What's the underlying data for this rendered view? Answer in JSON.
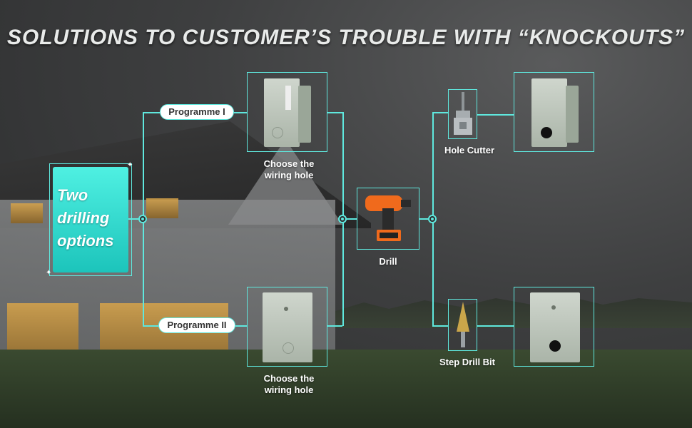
{
  "title": "SOLUTIONS TO CUSTOMER’S TROUBLE WITH “KNOCKOUTS”",
  "center_label": "Two drilling options",
  "center_lines": [
    "Two",
    "drilling",
    "options"
  ],
  "programme_1": {
    "label": "Programme I",
    "caption_line1": "Choose the",
    "caption_line2": "wiring hole"
  },
  "programme_2": {
    "label": "Programme II",
    "caption_line1": "Choose the",
    "caption_line2": "wiring hole"
  },
  "drill": {
    "label": "Drill"
  },
  "hole_cutter": {
    "label": "Hole Cutter"
  },
  "step_drill_bit": {
    "label": "Step Drill Bit"
  },
  "colors": {
    "accent": "#5fe8de",
    "card": "#2fd8cd",
    "title": "#e9ebea"
  },
  "icons": [
    "electrical-box-image",
    "drill-image",
    "hole-cutter-image",
    "step-drill-bit-image"
  ]
}
